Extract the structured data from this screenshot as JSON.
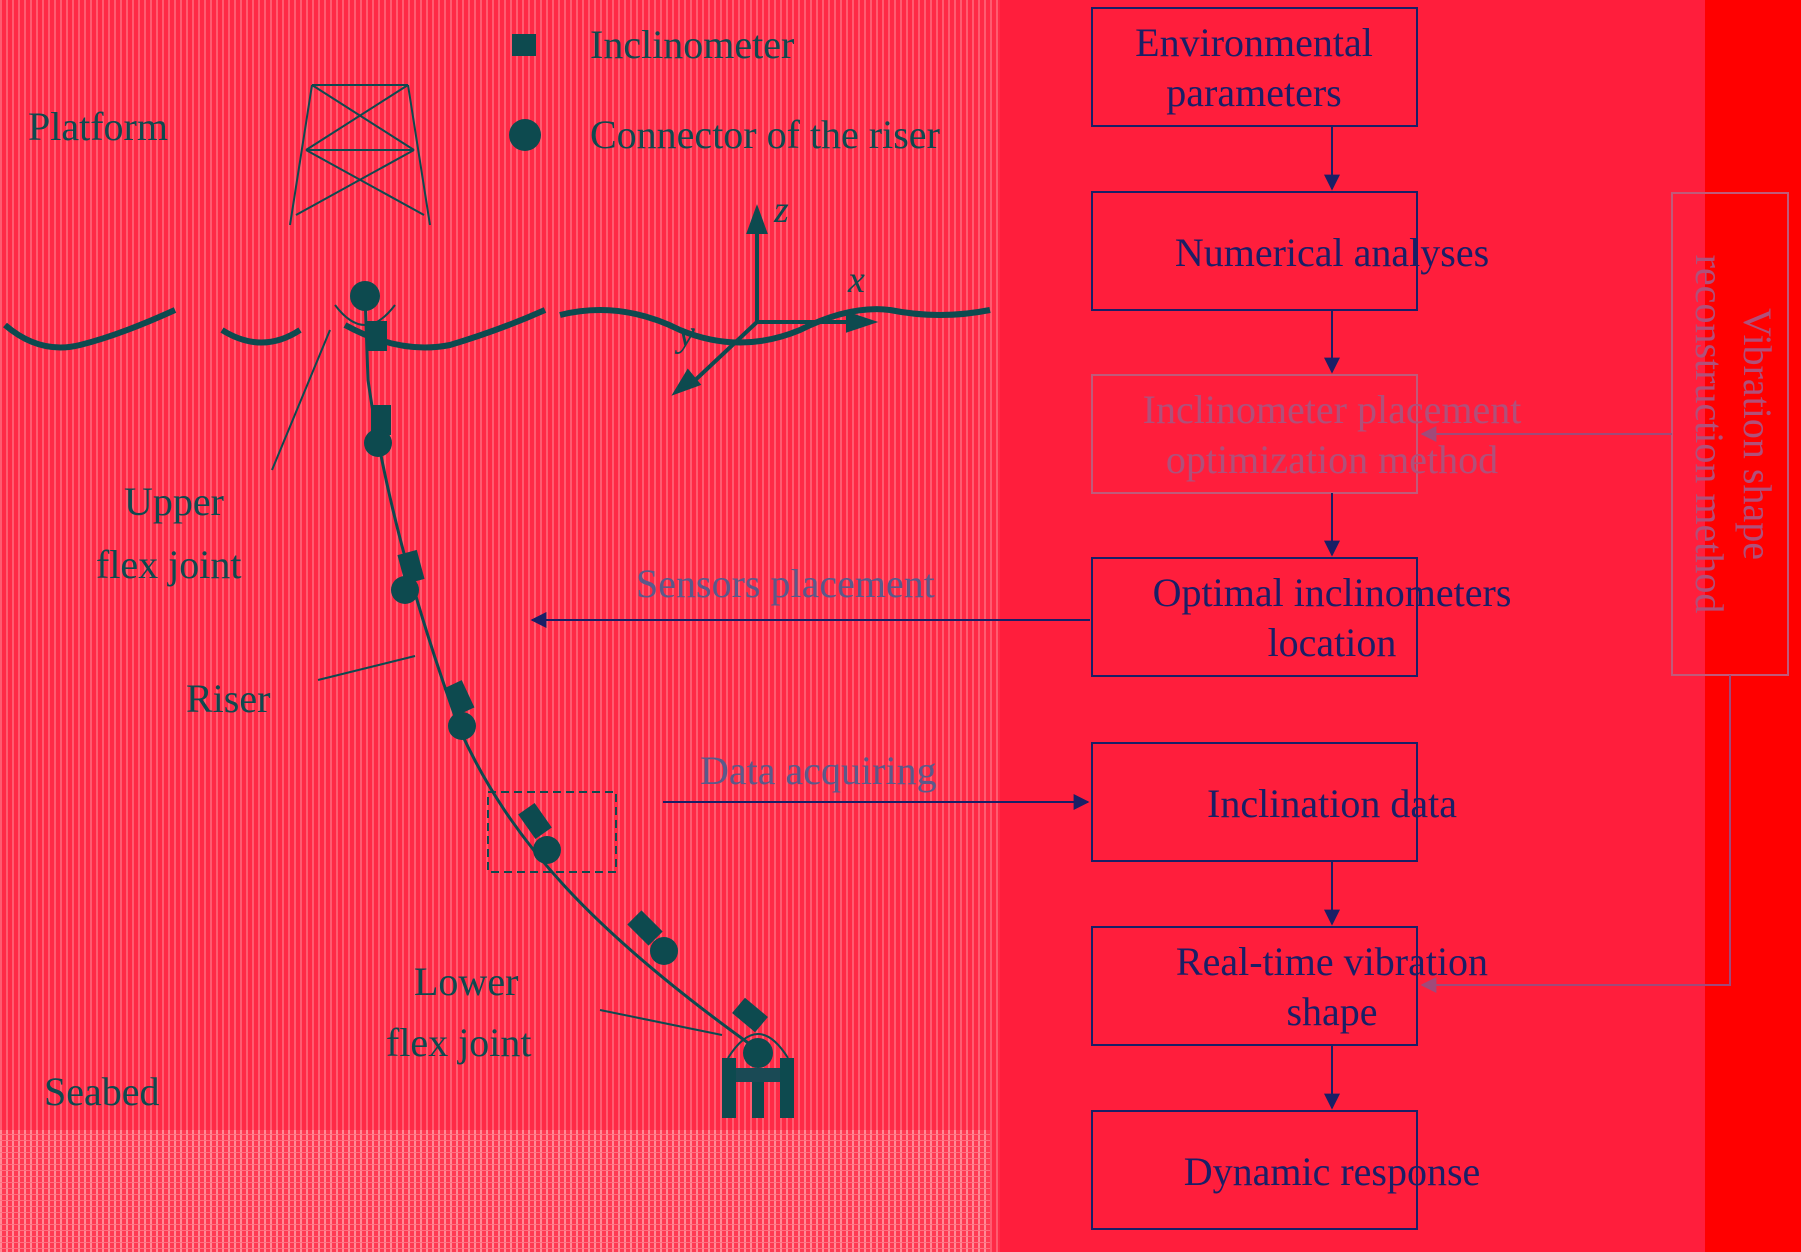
{
  "legend": {
    "inclinometer": "Inclinometer",
    "connector": "Connector of the riser"
  },
  "labels": {
    "platform": "Platform",
    "upper_flex_joint_1": "Upper",
    "upper_flex_joint_2": "flex joint",
    "riser": "Riser",
    "lower_flex_joint_1": "Lower",
    "lower_flex_joint_2": "flex joint",
    "seabed": "Seabed",
    "axis_z": "z",
    "axis_x": "x",
    "axis_y": "y",
    "sensors_placement": "Sensors placement",
    "data_acquiring": "Data acquiring"
  },
  "flow": {
    "box1": [
      "Environmental",
      "parameters"
    ],
    "box2": [
      "Numerical analyses"
    ],
    "box3": [
      "Inclinometer placement",
      "optimization method"
    ],
    "box4": [
      "Optimal inclinometers",
      "location"
    ],
    "box5": [
      "Inclination data"
    ],
    "box6": [
      "Real-time vibration",
      "shape"
    ],
    "box7": [
      "Dynamic response"
    ],
    "side": [
      "Vibration shape",
      "reconstruction method"
    ]
  },
  "colors": {
    "background": "#ff0000",
    "left_stripe": "#ff3050",
    "riser_dark": "#0d4a4f",
    "flow_stroke": "#1a1f66",
    "dim_stroke": "#c05a7a"
  }
}
